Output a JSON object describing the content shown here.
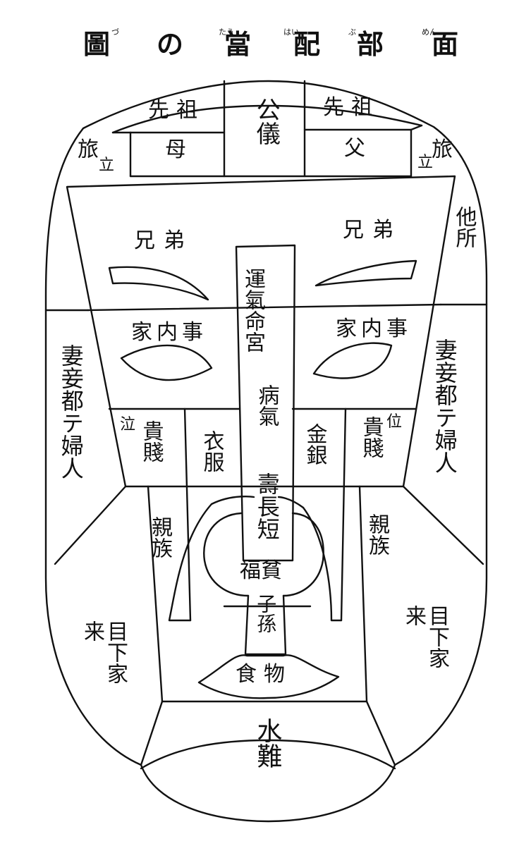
{
  "title": {
    "chars": [
      "面",
      "部",
      "配",
      "當",
      "の",
      "圖"
    ],
    "ruby": [
      "めん",
      "ぶ",
      "はい",
      "たう",
      "",
      "づ"
    ]
  },
  "regions": {
    "ancestor_left": "先祖",
    "ancestor_right": "先祖",
    "public_affairs": "公儀",
    "mother": "母",
    "father": "父",
    "travel_left": "旅",
    "travel_left_note": "立",
    "travel_right": "旅",
    "travel_right_note": "立",
    "other_place": "他所",
    "siblings_left": "兄弟",
    "siblings_right": "兄弟",
    "fortune_palace": "運氣命宮",
    "household_left": "家内事",
    "household_right": "家内事",
    "illness": "病氣",
    "wife_left": "妻妾都テ婦人",
    "wife_right": "妻妾都テ婦人",
    "rank_left": "貴賤",
    "rank_left_note": "泣",
    "rank_right": "貴賤",
    "rank_right_note": "位",
    "clothing": "衣服",
    "money": "金銀",
    "longevity": "壽長短",
    "kin_left": "親族",
    "kin_right": "親族",
    "wealth": "福貧",
    "children": "子孫",
    "subordinates_left": "目下家来",
    "subordinates_right": "目下家来",
    "food": "食物",
    "water_hazard": "水難"
  }
}
